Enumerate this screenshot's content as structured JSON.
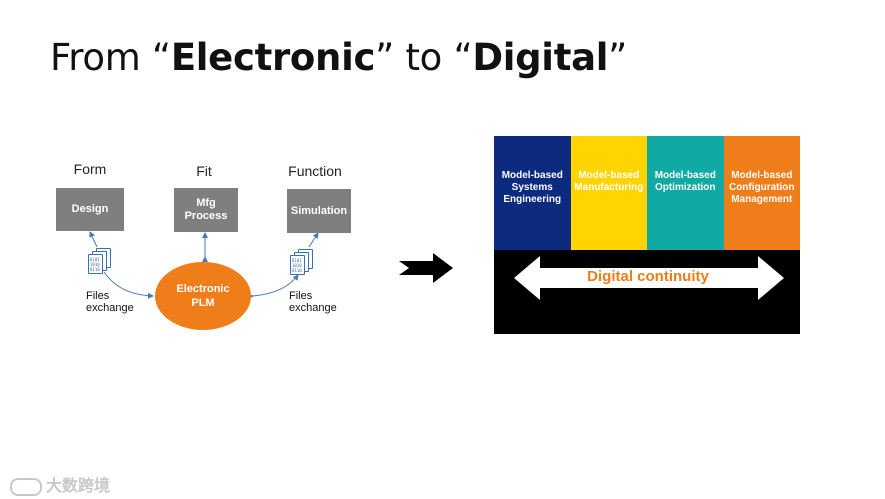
{
  "title": {
    "part1": "From “",
    "electronic": "Electronic",
    "part2": "” to “",
    "digital": "Digital",
    "part3": "”"
  },
  "left_diagram": {
    "columns": [
      {
        "label": "Form",
        "box": "Design"
      },
      {
        "label": "Fit",
        "box_line1": "Mfg",
        "box_line2": "Process"
      },
      {
        "label": "Function",
        "box": "Simulation"
      }
    ],
    "plm_line1": "Electronic",
    "plm_line2": "PLM",
    "files_left_line1": "Files",
    "files_left_line2": "exchange",
    "files_right_line1": "Files",
    "files_right_line2": "exchange",
    "doc_text": [
      "0101",
      "1010",
      "0110"
    ]
  },
  "right_panel": {
    "pillars": [
      {
        "line1": "Model-based",
        "line2": "Systems",
        "line3": "Engineering",
        "color": "#0c2a7e"
      },
      {
        "line1": "Model-based",
        "line2": "Manufacturing",
        "line3": "",
        "color": "#ffd400"
      },
      {
        "line1": "Model-based",
        "line2": "Optimization",
        "line3": "",
        "color": "#10a9a4"
      },
      {
        "line1": "Model-based",
        "line2": "Configuration",
        "line3": "Management",
        "color": "#ef7d1a"
      }
    ],
    "continuity_label": "Digital continuity",
    "background_color": "#000000",
    "accent_color": "#ef7d1a"
  },
  "watermark": "大数跨境"
}
